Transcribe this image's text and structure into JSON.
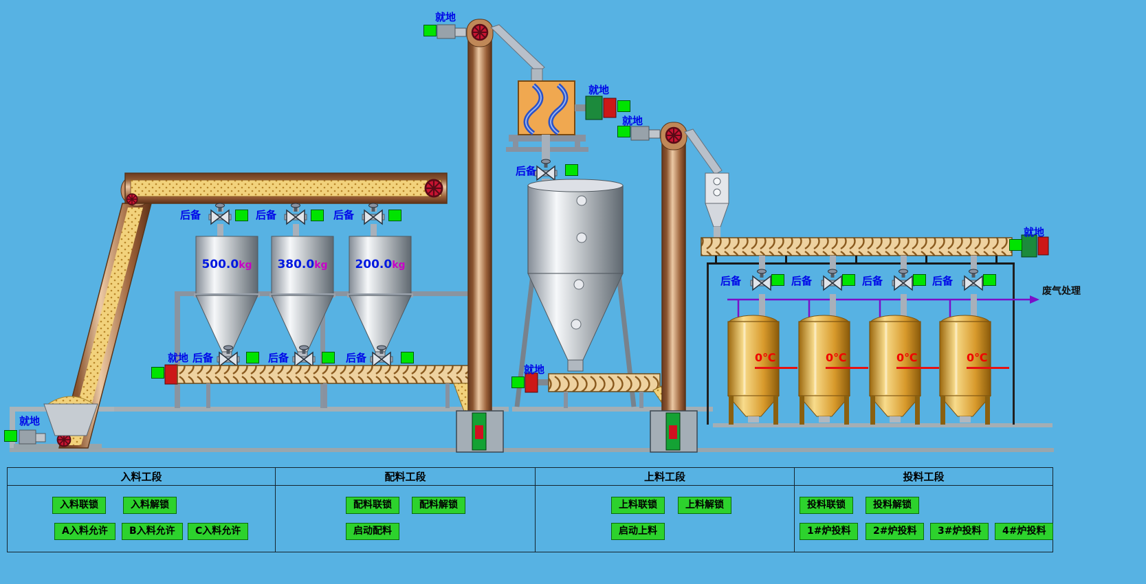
{
  "labels": {
    "local": "就地",
    "backup": "后备",
    "waste_gas": "废气处理"
  },
  "silos": [
    {
      "weight": "500.0",
      "unit": "kg"
    },
    {
      "weight": "380.0",
      "unit": "kg"
    },
    {
      "weight": "200.0",
      "unit": "kg"
    }
  ],
  "tanks": [
    {
      "temp": "0",
      "unit": "℃"
    },
    {
      "temp": "0",
      "unit": "℃"
    },
    {
      "temp": "0",
      "unit": "℃"
    },
    {
      "temp": "0",
      "unit": "℃"
    }
  ],
  "panel": {
    "sections": [
      {
        "title": "入料工段",
        "buttons": {
          "interlock": "入料联锁",
          "unlock": "入料解锁",
          "allow_a": "A入料允许",
          "allow_b": "B入料允许",
          "allow_c": "C入料允许"
        }
      },
      {
        "title": "配料工段",
        "buttons": {
          "interlock": "配料联锁",
          "unlock": "配料解锁",
          "start": "启动配料"
        }
      },
      {
        "title": "上料工段",
        "buttons": {
          "interlock": "上料联锁",
          "unlock": "上料解锁",
          "start": "启动上料"
        }
      },
      {
        "title": "投料工段",
        "buttons": {
          "interlock": "投料联锁",
          "unlock": "投料解锁",
          "furnace_1": "1#炉投料",
          "furnace_2": "2#炉投料",
          "furnace_3": "3#炉投料",
          "furnace_4": "4#炉投料"
        }
      }
    ]
  },
  "icons": {
    "valve": "rotary-valve-icon",
    "pulley": "red-pulley-wheel-icon",
    "motor": "motor-block-icon",
    "indicator": "status-lamp"
  },
  "colors": {
    "background": "#57b2e3",
    "button_green": "#2dd22d",
    "indicator_green": "#00e400",
    "label_blue": "#0008e8",
    "weight_blue": "#0018e0",
    "unit_magenta": "#c800c8",
    "temp_red": "#f00000",
    "exhaust_purple": "#7a10c8",
    "conveyor_brown": "#a06038",
    "tank_gold": "#e8b84a"
  }
}
